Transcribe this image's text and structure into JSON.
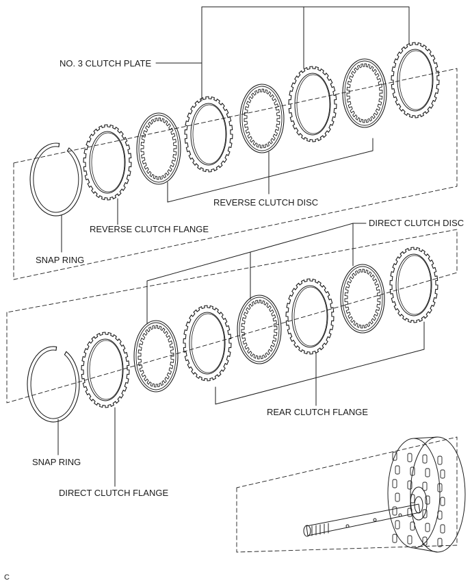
{
  "labels": {
    "no3_clutch_plate": "NO. 3 CLUTCH PLATE",
    "reverse_clutch_disc": "REVERSE CLUTCH DISC",
    "reverse_clutch_flange": "REVERSE CLUTCH FLANGE",
    "snap_ring_upper": "SNAP RING",
    "direct_clutch_disc": "DIRECT CLUTCH DISC",
    "rear_clutch_flange": "REAR CLUTCH FLANGE",
    "snap_ring_lower": "SNAP RING",
    "direct_clutch_flange": "DIRECT CLUTCH FLANGE"
  },
  "corner_mark": "C",
  "colors": {
    "ink": "#1a1a1a",
    "background": "#ffffff"
  },
  "icons": {
    "assembly": "clutch-drum-with-input-shaft-icon"
  }
}
